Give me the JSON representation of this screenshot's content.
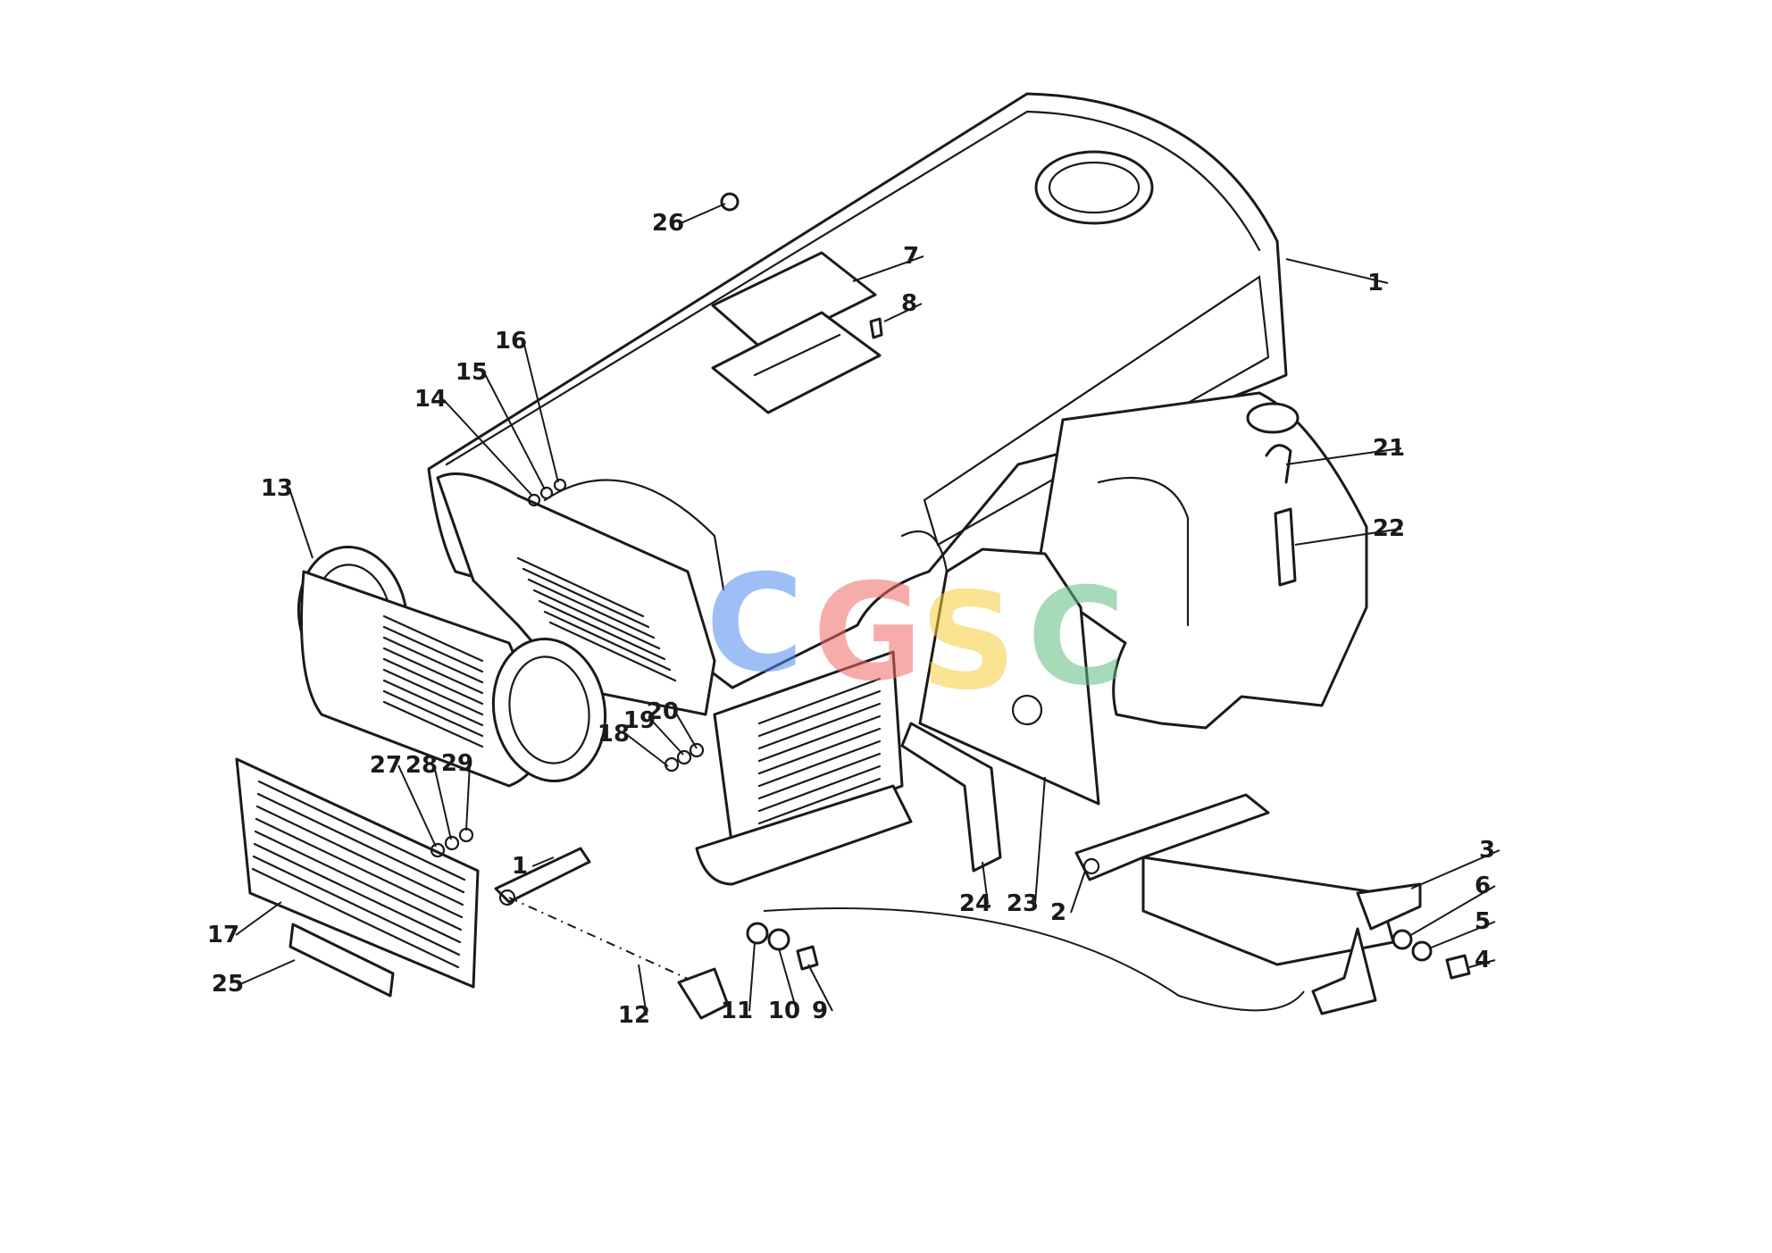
{
  "callouts": [
    {
      "id": "1"
    },
    {
      "id": "2"
    },
    {
      "id": "3"
    },
    {
      "id": "4"
    },
    {
      "id": "5"
    },
    {
      "id": "6"
    },
    {
      "id": "7"
    },
    {
      "id": "8"
    },
    {
      "id": "9"
    },
    {
      "id": "10"
    },
    {
      "id": "11"
    },
    {
      "id": "12"
    },
    {
      "id": "13"
    },
    {
      "id": "14"
    },
    {
      "id": "15"
    },
    {
      "id": "16"
    },
    {
      "id": "17"
    },
    {
      "id": "18"
    },
    {
      "id": "19"
    },
    {
      "id": "20"
    },
    {
      "id": "21"
    },
    {
      "id": "22"
    },
    {
      "id": "23"
    },
    {
      "id": "24"
    },
    {
      "id": "25"
    },
    {
      "id": "26"
    },
    {
      "id": "27"
    },
    {
      "id": "28"
    },
    {
      "id": "29"
    },
    {
      "id": "1b",
      "label": "1"
    }
  ],
  "watermark": {
    "letters": [
      "C",
      "G",
      "S",
      "C"
    ],
    "colors": [
      "#4f8cf0",
      "#ef6b63",
      "#f7cf3c",
      "#5fbd7f"
    ]
  }
}
